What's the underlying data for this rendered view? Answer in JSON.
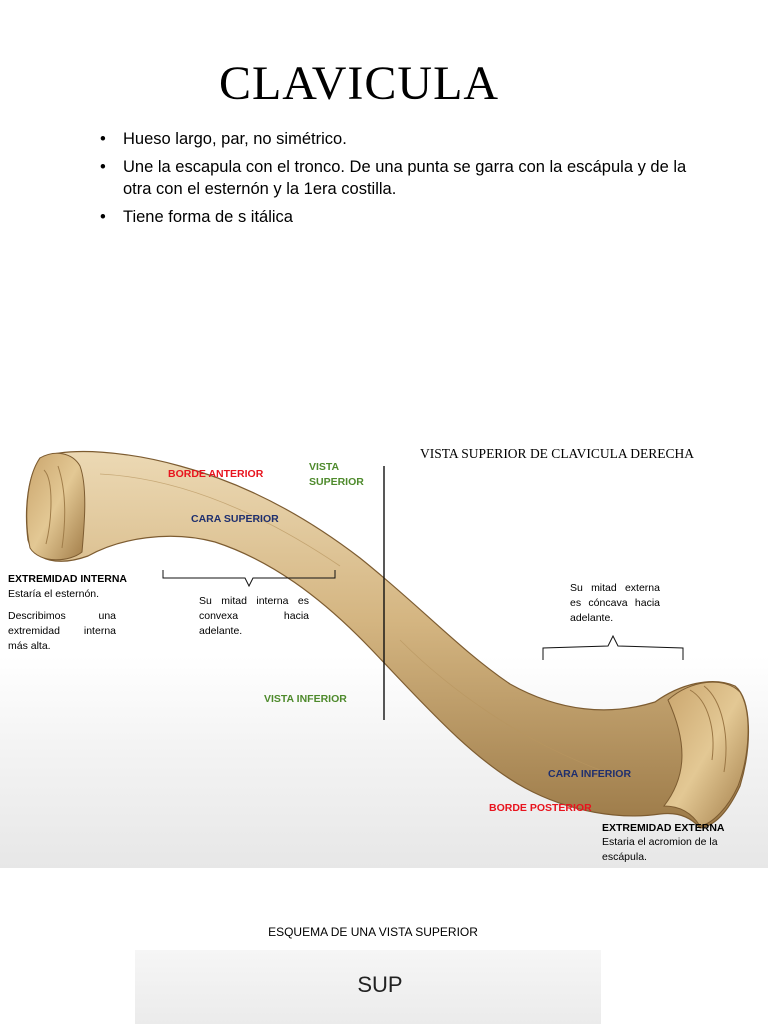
{
  "title": "CLAVICULA",
  "bullets": [
    "Hueso largo, par, no simétrico.",
    "Une la escapula con el tronco. De una punta se garra con la escápula y de la otra con el esternón y la 1era costilla.",
    "Tiene forma de s itálica"
  ],
  "bullet_symbol": "•",
  "figure": {
    "view_title": "VISTA SUPERIOR DE CLAVICULA DERECHA",
    "labels": {
      "borde_anterior": "BORDE ANTERIOR",
      "vista_superior_1": "VISTA",
      "vista_superior_2": "SUPERIOR",
      "cara_superior": "CARA SUPERIOR",
      "vista_inferior": "VISTA INFERIOR",
      "cara_inferior": "CARA INFERIOR",
      "borde_posterior": "BORDE POSTERIOR"
    },
    "extremidad_interna": {
      "heading": "EXTREMIDAD INTERNA",
      "line1": "Estaría el esternón.",
      "line2": "Describimos una extremidad interna más alta."
    },
    "mitad_interna": "Su mitad interna es convexa hacia adelante.",
    "mitad_externa": "Su mitad externa es cóncava hacia adelante.",
    "extremidad_externa": {
      "heading": "EXTREMIDAD EXTERNA",
      "text": "Estaria el acromion de la escápula."
    },
    "colors": {
      "red": "#e8141e",
      "green": "#4e8a2c",
      "navy": "#1f2f6e",
      "bone_light": "#e8d3ac",
      "bone_mid": "#c9a873",
      "bone_dark": "#8a6a3c"
    }
  },
  "schema": {
    "title": "ESQUEMA DE UNA VISTA SUPERIOR",
    "label": "SUP"
  }
}
